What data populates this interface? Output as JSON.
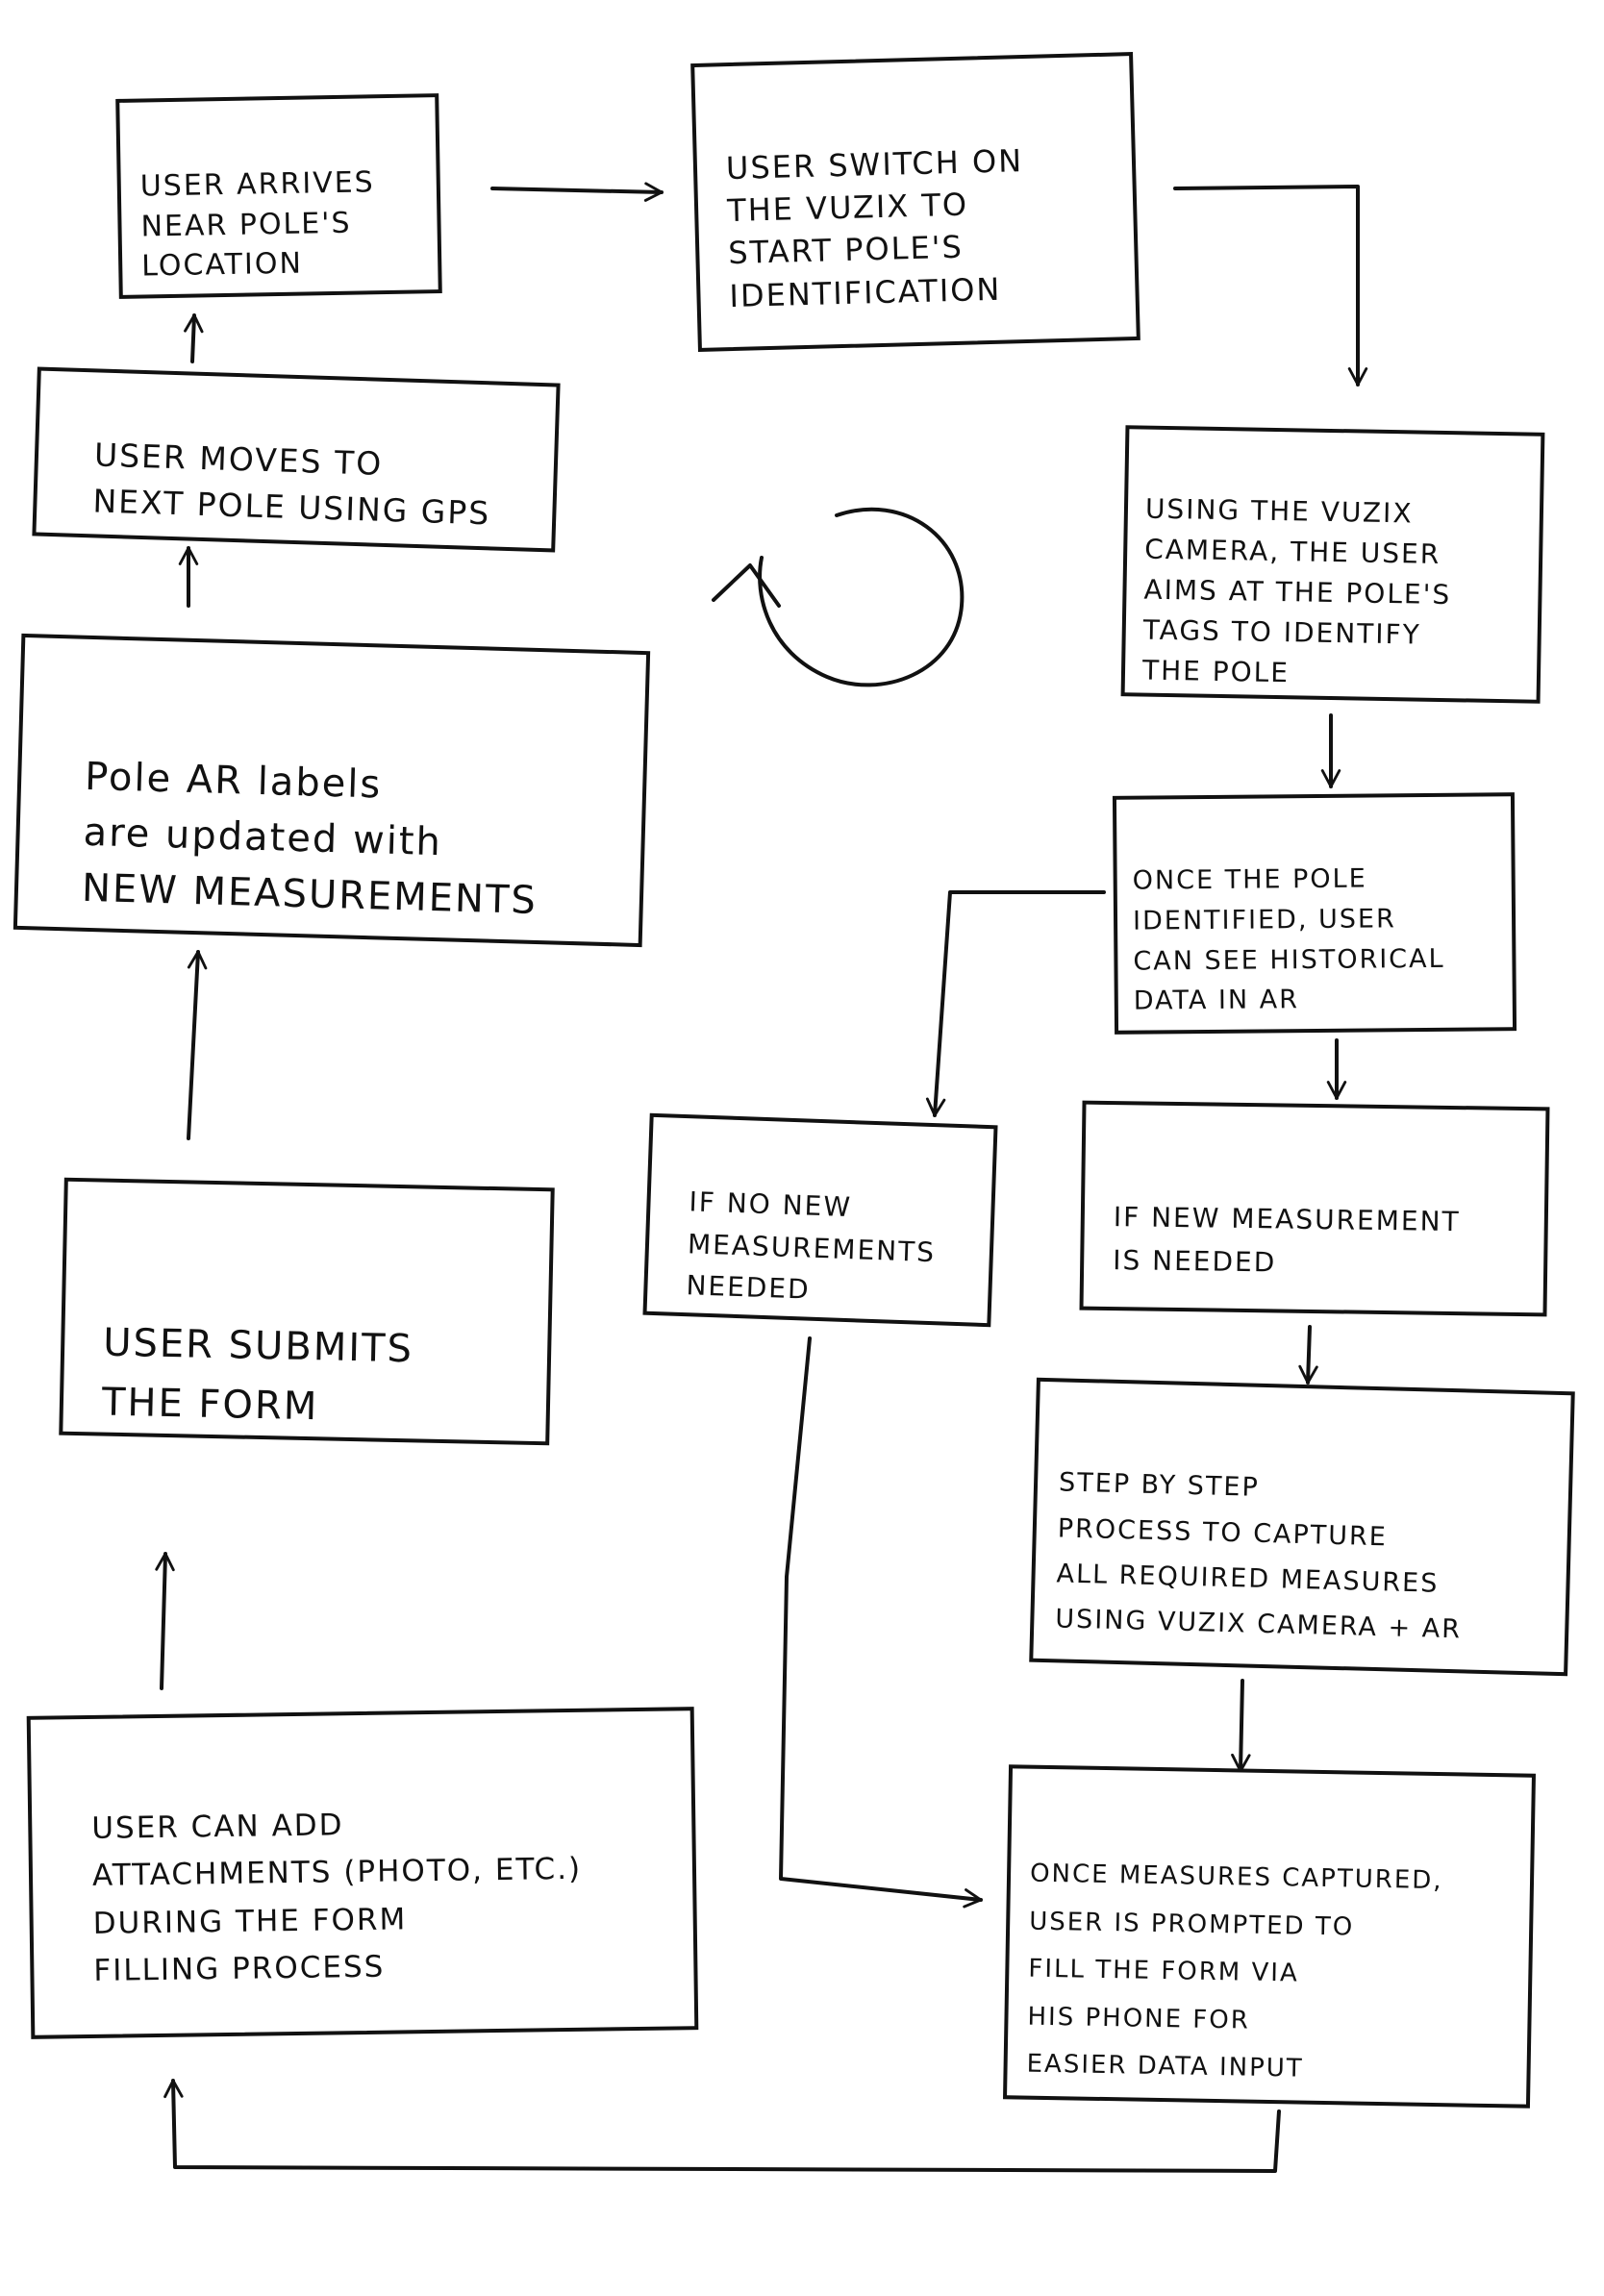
{
  "diagram": {
    "type": "hand-drawn flowchart",
    "nodes": {
      "user_arrives": {
        "text": "USER ARRIVES\nNEAR POLE'S\nLOCATION"
      },
      "switch_on_vuzix": {
        "text": "USER SWITCH ON\nTHE VUZIX TO\nSTART POLE'S\nIDENTIFICATION"
      },
      "aim_at_tags": {
        "text": "USING THE VUZIX\nCAMERA, THE USER\nAIMS AT THE POLE'S\nTAGS TO IDENTIFY\nTHE POLE"
      },
      "pole_identified": {
        "text": "ONCE THE POLE\nIDENTIFIED, USER\nCAN SEE HISTORICAL\nDATA IN AR"
      },
      "no_new_measurements": {
        "text": "IF NO NEW\nMEASUREMENTS\nNEEDED"
      },
      "new_measurement": {
        "text": "IF NEW MEASUREMENT\nIS NEEDED"
      },
      "step_by_step": {
        "text": "STEP BY STEP\nPROCESS TO CAPTURE\nALL REQUIRED MEASURES\nUSING VUZIX CAMERA + AR"
      },
      "fill_form": {
        "text": "ONCE MEASURES CAPTURED,\nUSER IS PROMPTED TO\nFILL THE FORM VIA\nHIS PHONE FOR\nEASIER DATA INPUT"
      },
      "add_attachments": {
        "text": "USER CAN ADD\nATTACHMENTS (PHOTO, etc.)\nDURING THE FORM\nFILLING PROCESS"
      },
      "submit_form": {
        "text": "USER SUBMITS\nTHE FORM"
      },
      "ar_labels_updated": {
        "text": "Pole AR labels\nare updated with\nNEW MEASUREMENTS"
      },
      "moves_next_pole": {
        "text": "USER MOVES TO\nNEXT POLE USING GPS"
      }
    }
  },
  "colors": {
    "ink": "#111111",
    "paper": "#ffffff"
  },
  "icons": {
    "cycle": "circular-loop-arrow-icon"
  }
}
